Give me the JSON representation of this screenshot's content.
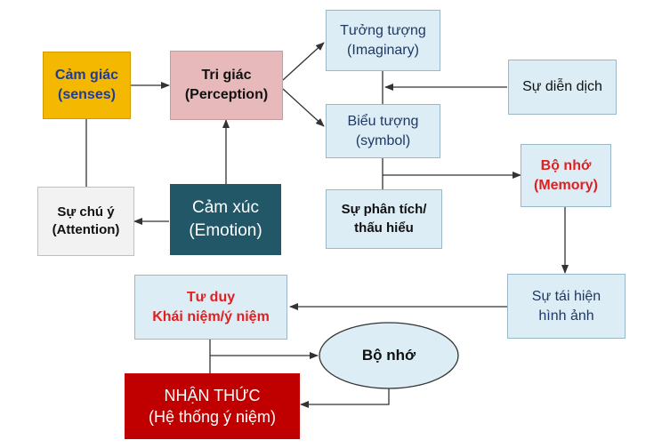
{
  "nodes": {
    "senses": {
      "line1": "Cảm giác",
      "line2": "(senses)"
    },
    "perception": {
      "line1": "Tri giác",
      "line2": "(Perception)"
    },
    "imaginary": {
      "line1": "Tưởng tượng",
      "line2": "(Imaginary)"
    },
    "symbol": {
      "line1": "Biểu tượng",
      "line2": "(symbol)"
    },
    "deduction": {
      "line1": "Sự diễn dịch"
    },
    "memory": {
      "line1": "Bộ nhớ",
      "line2": "(Memory)"
    },
    "attention": {
      "line1": "Sự chú ý",
      "line2": "(Attention)"
    },
    "emotion": {
      "line1": "Cảm xúc",
      "line2": "(Emotion)"
    },
    "analysis": {
      "line1": "Sự phân tích/",
      "line2": "thấu hiểu"
    },
    "reproduction": {
      "line1": "Sự tái hiện",
      "line2": "hình ảnh"
    },
    "thinking": {
      "line1": "Tư duy",
      "line2": "Khái niệm/ý niệm"
    },
    "memory_ellipse": {
      "line1": "Bộ nhớ"
    },
    "cognition": {
      "line1": "NHẬN THỨC",
      "line2": "(Hệ thống ý niệm)"
    }
  },
  "colors": {
    "senses_fill": "#f5b800",
    "senses_text": "#1f3c9a",
    "perception_fill": "#e8b9bb",
    "light_fill": "#dcedf5",
    "emotion_fill": "#215767",
    "cognition_fill": "#c00000",
    "red_text": "#e02020",
    "dark_text": "#1f3864",
    "connector": "#333333"
  }
}
